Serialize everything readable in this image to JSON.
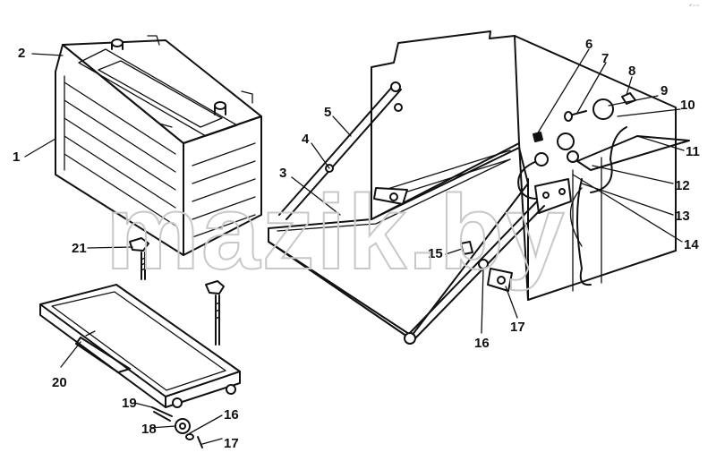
{
  "watermark": "mazik.by",
  "corner_mark": "ᐟ⁻⁻",
  "labels": [
    "1",
    "2",
    "3",
    "4",
    "5",
    "6",
    "7",
    "8",
    "9",
    "10",
    "11",
    "12",
    "13",
    "14",
    "15",
    "16",
    "17",
    "18",
    "19",
    "20",
    "21",
    "16",
    "17"
  ]
}
